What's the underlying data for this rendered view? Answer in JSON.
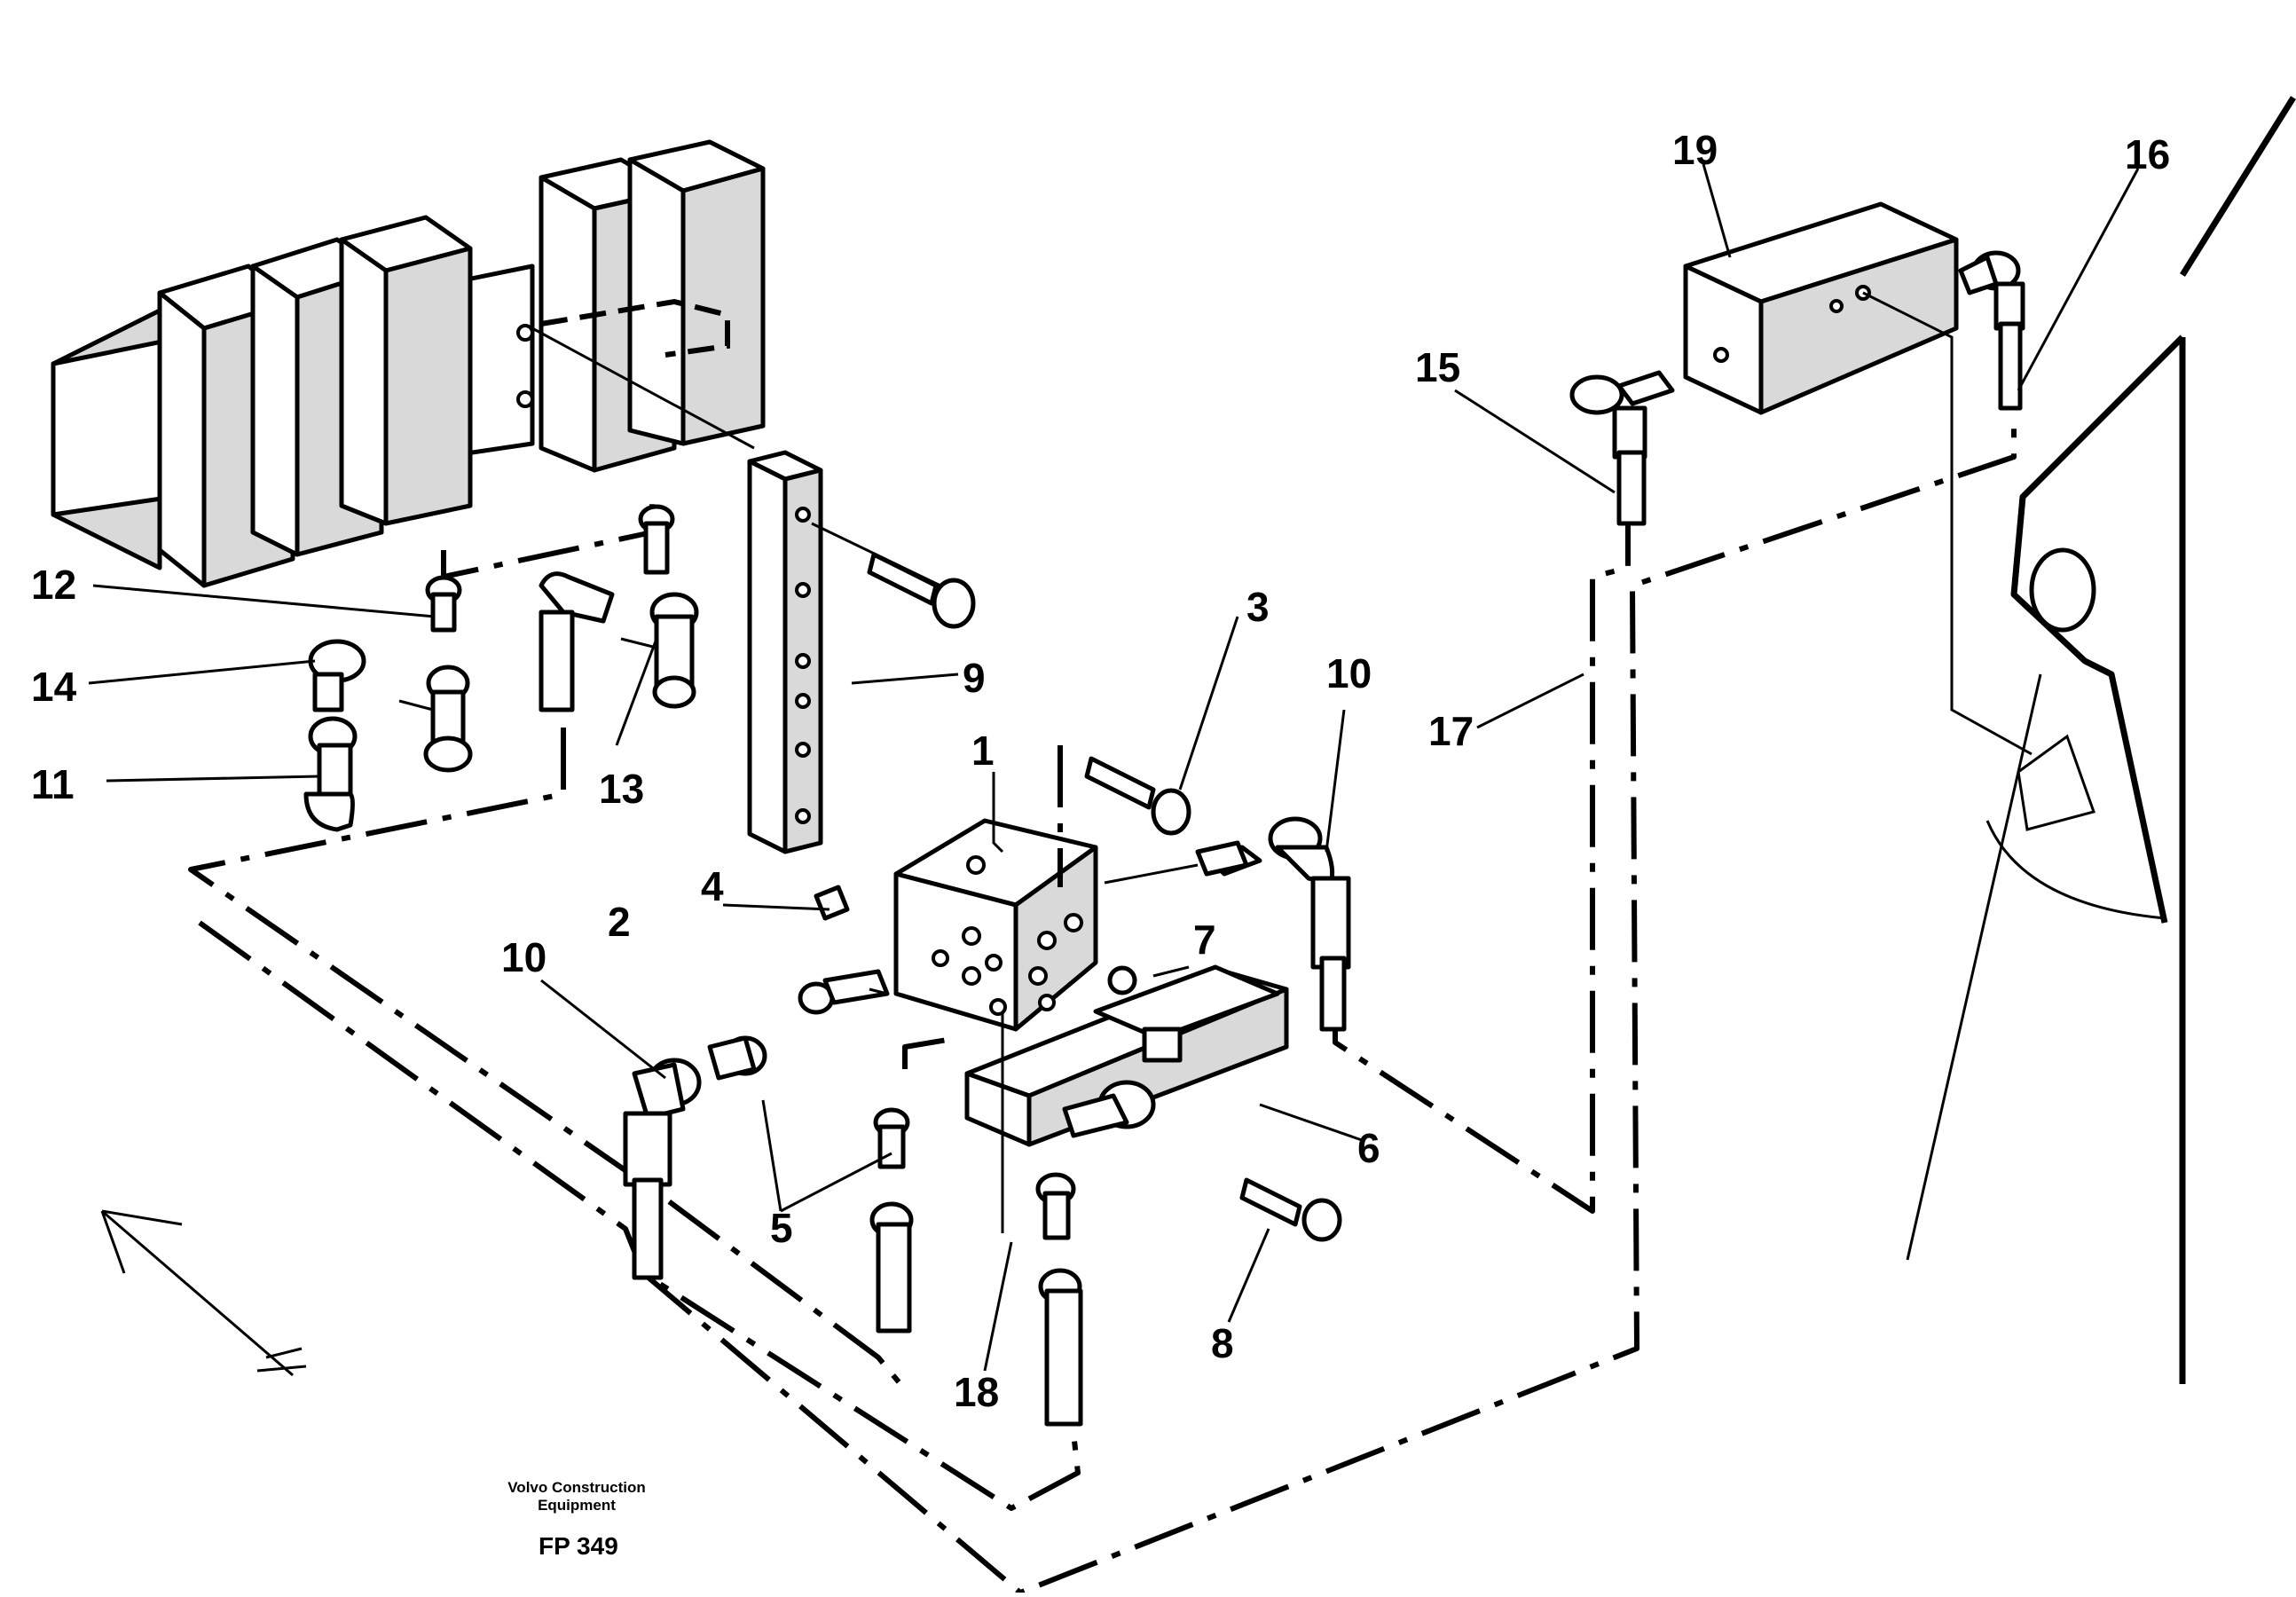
{
  "callouts": {
    "c1": "1",
    "c2": "2",
    "c3": "3",
    "c4": "4",
    "c5": "5",
    "c6": "6",
    "c7": "7",
    "c8": "8",
    "c9": "9",
    "c10a": "10",
    "c10b": "10",
    "c11": "11",
    "c12": "12",
    "c13": "13",
    "c14": "14",
    "c15": "15",
    "c16": "16",
    "c17": "17",
    "c18": "18",
    "c19": "19"
  },
  "footer": {
    "company_line1": "Volvo Construction",
    "company_line2": "Equipment",
    "figure_code": "FP 349"
  }
}
